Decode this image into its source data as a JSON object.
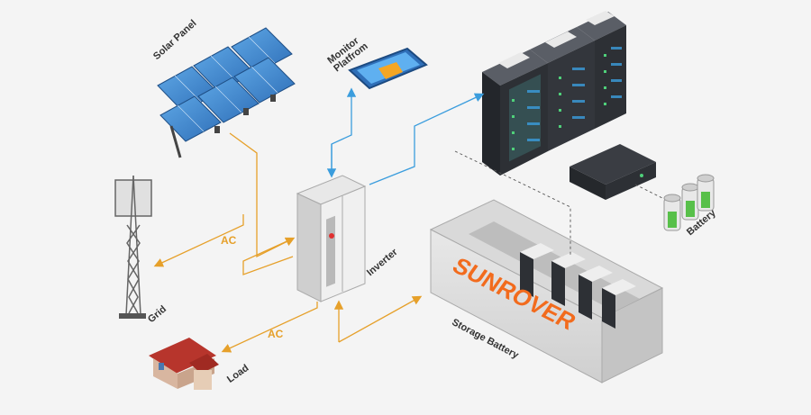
{
  "labels": {
    "solar_panel": "Solar Panel",
    "monitor_platform": "Monitor Platfrom",
    "grid": "Grid",
    "inverter": "Inverter",
    "load": "Load",
    "storage_battery": "Storage Battery",
    "battery": "Battery",
    "ac_top": "AC",
    "ac_bottom": "AC"
  },
  "container_logo": "SUNROVER",
  "colors": {
    "background": "#f4f4f4",
    "power_flow": "#e6a02a",
    "data_flow": "#3b9ddd",
    "brand": "#f26b1d",
    "server": "#2d3035"
  }
}
